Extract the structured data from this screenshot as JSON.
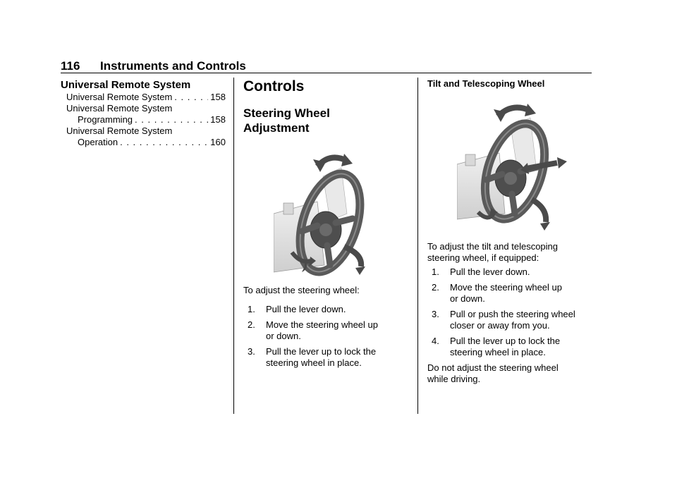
{
  "header": {
    "page_number": "116",
    "section_title": "Instruments and Controls"
  },
  "index": {
    "title": "Universal Remote System",
    "entries": [
      {
        "line1": "Universal Remote System",
        "line2": "",
        "page": "158"
      },
      {
        "line1": "Universal Remote System",
        "line2": "Programming",
        "page": "158"
      },
      {
        "line1": "Universal Remote System",
        "line2": "Operation",
        "page": "160"
      }
    ]
  },
  "controls": {
    "heading": "Controls",
    "subheading_line1": "Steering Wheel",
    "subheading_line2": "Adjustment",
    "intro": "To adjust the steering wheel:",
    "steps": [
      {
        "num": "1.",
        "line1": "Pull the lever down.",
        "line2": ""
      },
      {
        "num": "2.",
        "line1": "Move the steering wheel up",
        "line2": "or down."
      },
      {
        "num": "3.",
        "line1": "Pull the lever up to lock the",
        "line2": "steering wheel in place."
      }
    ]
  },
  "tilt": {
    "heading": "Tilt and Telescoping Wheel",
    "intro_line1": "To adjust the tilt and telescoping",
    "intro_line2": "steering wheel, if equipped:",
    "steps": [
      {
        "num": "1.",
        "line1": "Pull the lever down.",
        "line2": ""
      },
      {
        "num": "2.",
        "line1": "Move the steering wheel up",
        "line2": "or down."
      },
      {
        "num": "3.",
        "line1": "Pull or push the steering wheel",
        "line2": "closer or away from you."
      },
      {
        "num": "4.",
        "line1": "Pull the lever up to lock the",
        "line2": "steering wheel in place."
      }
    ],
    "warning_line1": "Do not adjust the steering wheel",
    "warning_line2": "while driving."
  },
  "illustrations": {
    "wheel_color": "#5a5a5a",
    "arrow_color": "#4a4a4a",
    "column_color": "#e6e6e6"
  }
}
